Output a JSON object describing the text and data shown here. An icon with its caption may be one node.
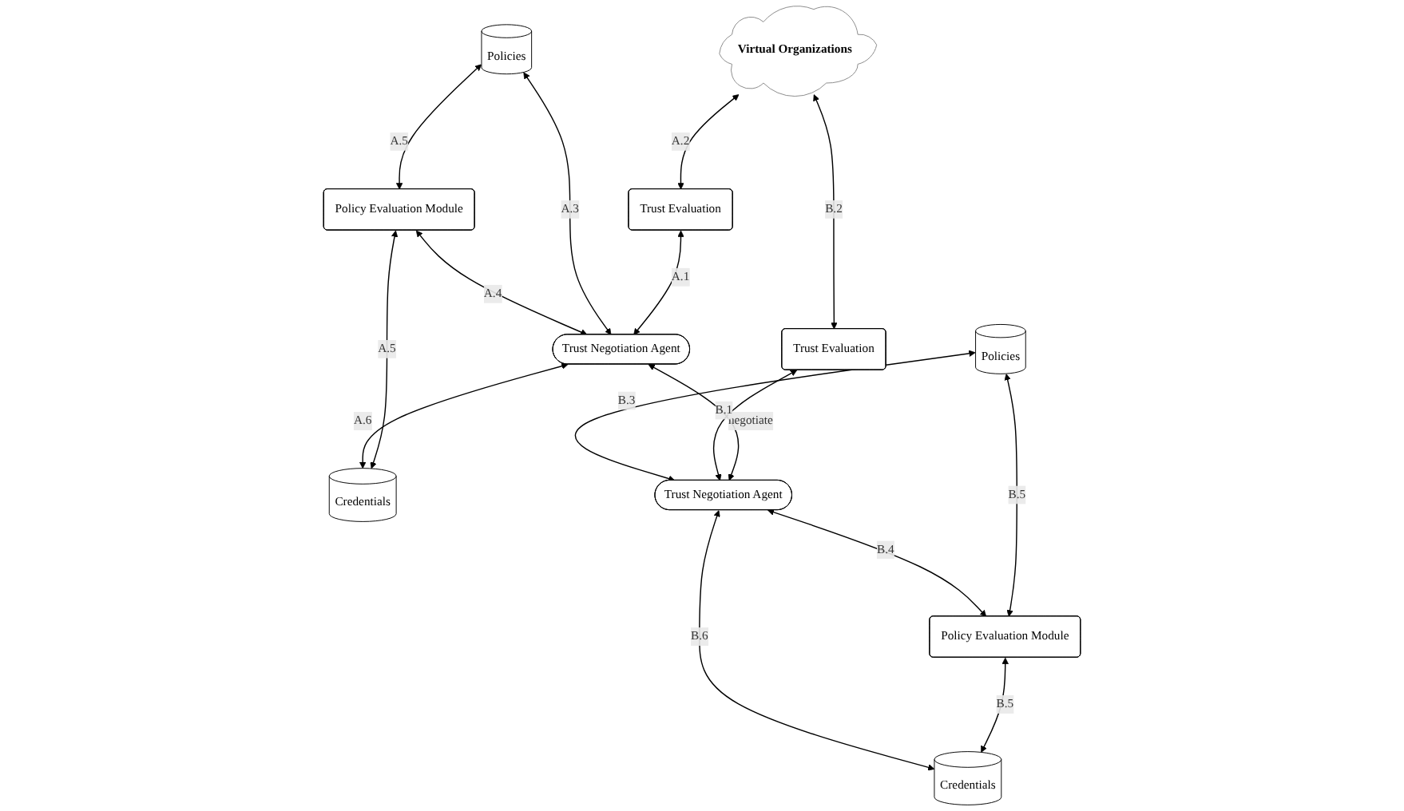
{
  "diagram": {
    "nodes": [
      {
        "text": [
          "Virtual Organizations"
        ]
      },
      {
        "text": [
          "Trust Evaluation"
        ]
      },
      {
        "text": [
          "Trust Evaluation"
        ]
      },
      {
        "text": [
          "Policies"
        ]
      },
      {
        "text": [
          "Policy Evaluation Module"
        ]
      },
      {
        "text": [
          "Trust Negotiation Agent"
        ]
      },
      {
        "text": [
          "Credentials"
        ]
      },
      {
        "text": [
          "Policies"
        ]
      },
      {
        "text": [
          "Trust Negotiation Agent"
        ]
      },
      {
        "text": [
          "Policy Evaluation Module"
        ]
      },
      {
        "text": [
          "Credentials"
        ]
      }
    ],
    "edges": [
      {
        "from": 0,
        "to": 1,
        "arrow": "both",
        "label": "A.2"
      },
      {
        "from": 1,
        "to": 5,
        "arrow": "both",
        "label": "A.1"
      },
      {
        "from": 3,
        "to": 5,
        "arrow": "both",
        "label": "A.3"
      },
      {
        "from": 3,
        "to": 4,
        "arrow": "both",
        "label": "A.5"
      },
      {
        "from": 4,
        "to": 5,
        "arrow": "both",
        "label": "A.4"
      },
      {
        "from": 4,
        "to": 6,
        "arrow": "both",
        "label": "A.5"
      },
      {
        "from": 5,
        "to": 6,
        "arrow": "both",
        "label": "A.6"
      },
      {
        "from": 5,
        "to": 8,
        "arrow": "both",
        "label": "negotiate"
      },
      {
        "from": 0,
        "to": 2,
        "arrow": "both",
        "label": "B.2"
      },
      {
        "from": 2,
        "to": 8,
        "arrow": "both",
        "label": "B.1"
      },
      {
        "from": 7,
        "to": 8,
        "arrow": "both",
        "label": "B.3"
      },
      {
        "from": 7,
        "to": 9,
        "arrow": "both",
        "label": "B.5"
      },
      {
        "from": 8,
        "to": 9,
        "arrow": "both",
        "label": "B.4"
      },
      {
        "from": 9,
        "to": 10,
        "arrow": "both",
        "label": "B.5"
      },
      {
        "from": 8,
        "to": 10,
        "arrow": "both",
        "label": "B.6"
      }
    ]
  }
}
